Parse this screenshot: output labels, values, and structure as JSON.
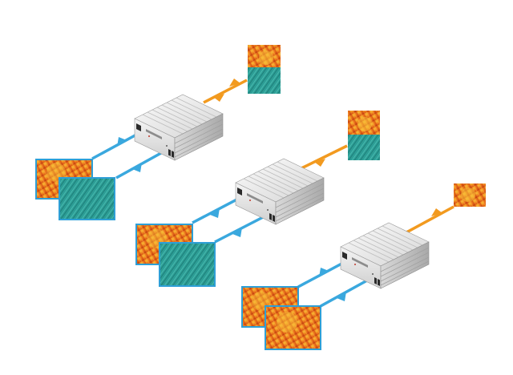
{
  "diagram": {
    "kind": "video-processing-signal-flow",
    "devices": [
      {
        "name": "processor-1",
        "orange_link": "bidirectional",
        "blue_links": 2
      },
      {
        "name": "processor-2",
        "orange_link": "input",
        "blue_links": 2
      },
      {
        "name": "processor-3",
        "orange_link": "output",
        "blue_links": 2
      }
    ],
    "colors": {
      "blue_link": "#3aa8de",
      "orange_link": "#f29a1f",
      "frame_border": "#2e9fd6",
      "teal_texture": "#2c9d95",
      "flower_orange": "#f07a1b",
      "flower_red": "#c93a12",
      "flower_yellow": "#f7c23a",
      "chassis_light": "#f3f3f3",
      "chassis_shade": "#b9b9b9"
    }
  }
}
